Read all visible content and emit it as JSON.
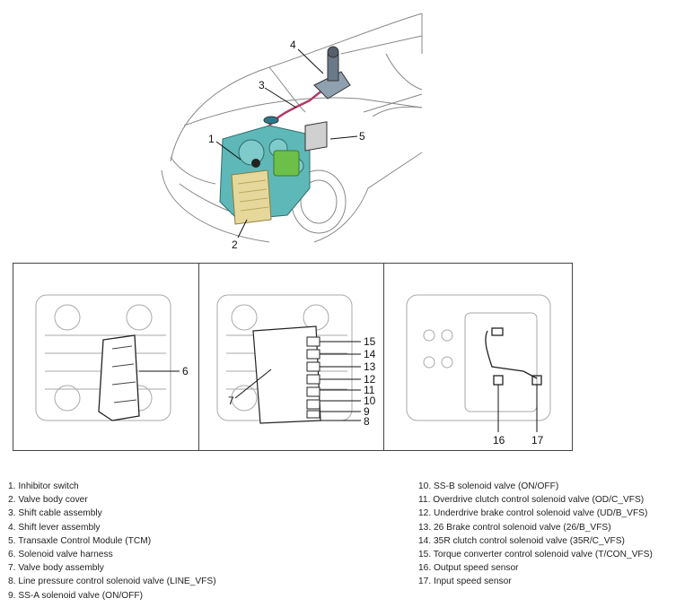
{
  "callouts": {
    "c1": "1",
    "c2": "2",
    "c3": "3",
    "c4": "4",
    "c5": "5",
    "c6": "6",
    "c7": "7",
    "c8": "8",
    "c9": "9",
    "c10": "10",
    "c11": "11",
    "c12": "12",
    "c13": "13",
    "c14": "14",
    "c15": "15",
    "c16": "16",
    "c17": "17"
  },
  "legend_left": [
    "1. Inhibitor switch",
    "2. Valve body cover",
    "3. Shift cable assembly",
    "4. Shift lever assembly",
    "5. Transaxle Control Module (TCM)",
    "6. Solenoid valve harness",
    "7. Valve body assembly",
    "8. Line pressure control solenoid valve (LINE_VFS)",
    "9. SS-A solenoid valve (ON/OFF)"
  ],
  "legend_right": [
    "10. SS-B solenoid valve (ON/OFF)",
    "11. Overdrive clutch control solenoid valve (OD/C_VFS)",
    "12. Underdrive brake control solenoid valve (UD/B_VFS)",
    "13. 26 Brake control solenoid valve (26/B_VFS)",
    "14. 35R clutch control solenoid valve (35R/C_VFS)",
    "15. Torque converter control solenoid valve (T/CON_VFS)",
    "16. Output speed sensor",
    "17. Input speed sensor"
  ],
  "colors": {
    "transaxle": "#5fb8b8",
    "valve_cover": "#e6d89a",
    "green_part": "#6cc04a",
    "line": "#333333"
  }
}
